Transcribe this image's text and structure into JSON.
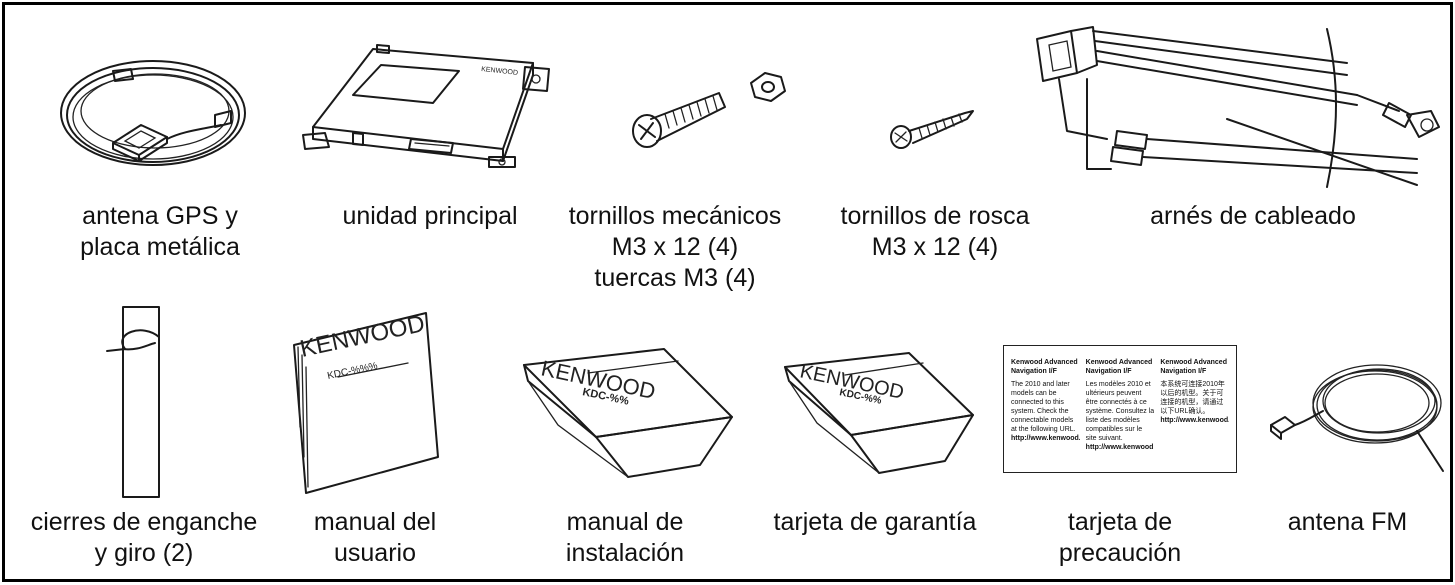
{
  "items": {
    "gps_antenna": {
      "lines": [
        "antena GPS y",
        "placa metálica"
      ]
    },
    "main_unit": {
      "lines": [
        "unidad principal"
      ]
    },
    "machine_screws": {
      "lines": [
        "tornillos mecánicos",
        "M3 x 12 (4)",
        "tuercas M3 (4)"
      ]
    },
    "tapping_screws": {
      "lines": [
        "tornillos de rosca",
        "M3 x 12 (4)"
      ]
    },
    "wiring_harness": {
      "lines": [
        "arnés de cableado"
      ]
    },
    "hook_loop": {
      "lines": [
        "cierres de enganche",
        "y giro (2)"
      ]
    },
    "user_manual": {
      "lines": [
        "manual del",
        "usuario"
      ],
      "cover_brand": "KENWOOD",
      "cover_model": "KDC-%%%"
    },
    "install_manual": {
      "lines": [
        "manual de",
        "instalación"
      ],
      "cover_brand": "KENWOOD",
      "cover_model": "KDC-%%"
    },
    "warranty_card": {
      "lines": [
        "tarjeta de garantía"
      ],
      "cover_brand": "KENWOOD",
      "cover_model": "KDC-%%"
    },
    "caution_card": {
      "lines": [
        "tarjeta de",
        "precaución"
      ],
      "columns": [
        {
          "heading": "Kenwood Advanced Navigation I/F",
          "text": "The 2010 and later models can be connected to this system. Check the connectable models at the following URL.",
          "url": "http://www.kenwood.com/cs/ce"
        },
        {
          "heading": "Kenwood Advanced Navigation I/F",
          "text": "Les modèles 2010 et ultérieurs peuvent être connectés à ce système. Consultez la liste des modèles compatibles sur le site suivant.",
          "url": "http://www.kenwood.com/cs/ce"
        },
        {
          "heading": "Kenwood Advanced Navigation I/F",
          "text": "本系统可连接2010年以后的机型。关于可连接的机型，请通过以下URL确认。",
          "url": "http://www.kenwood.com/cs/ce"
        }
      ]
    },
    "fm_antenna": {
      "lines": [
        "antena FM"
      ]
    }
  }
}
